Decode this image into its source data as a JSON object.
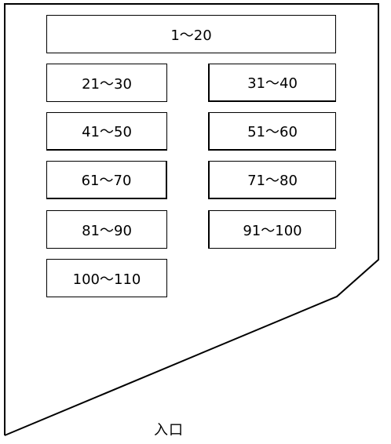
{
  "slots": [
    {
      "label": "1～20"
    },
    {
      "label": "21～30"
    },
    {
      "label": "31～40"
    },
    {
      "label": "41～50"
    },
    {
      "label": "51～60"
    },
    {
      "label": "61～70"
    },
    {
      "label": "71～80"
    },
    {
      "label": "81～90"
    },
    {
      "label": "91～100"
    },
    {
      "label": "100～110"
    }
  ],
  "entrance_label": "入口",
  "colors": {
    "line": "#000000",
    "background": "#ffffff"
  }
}
